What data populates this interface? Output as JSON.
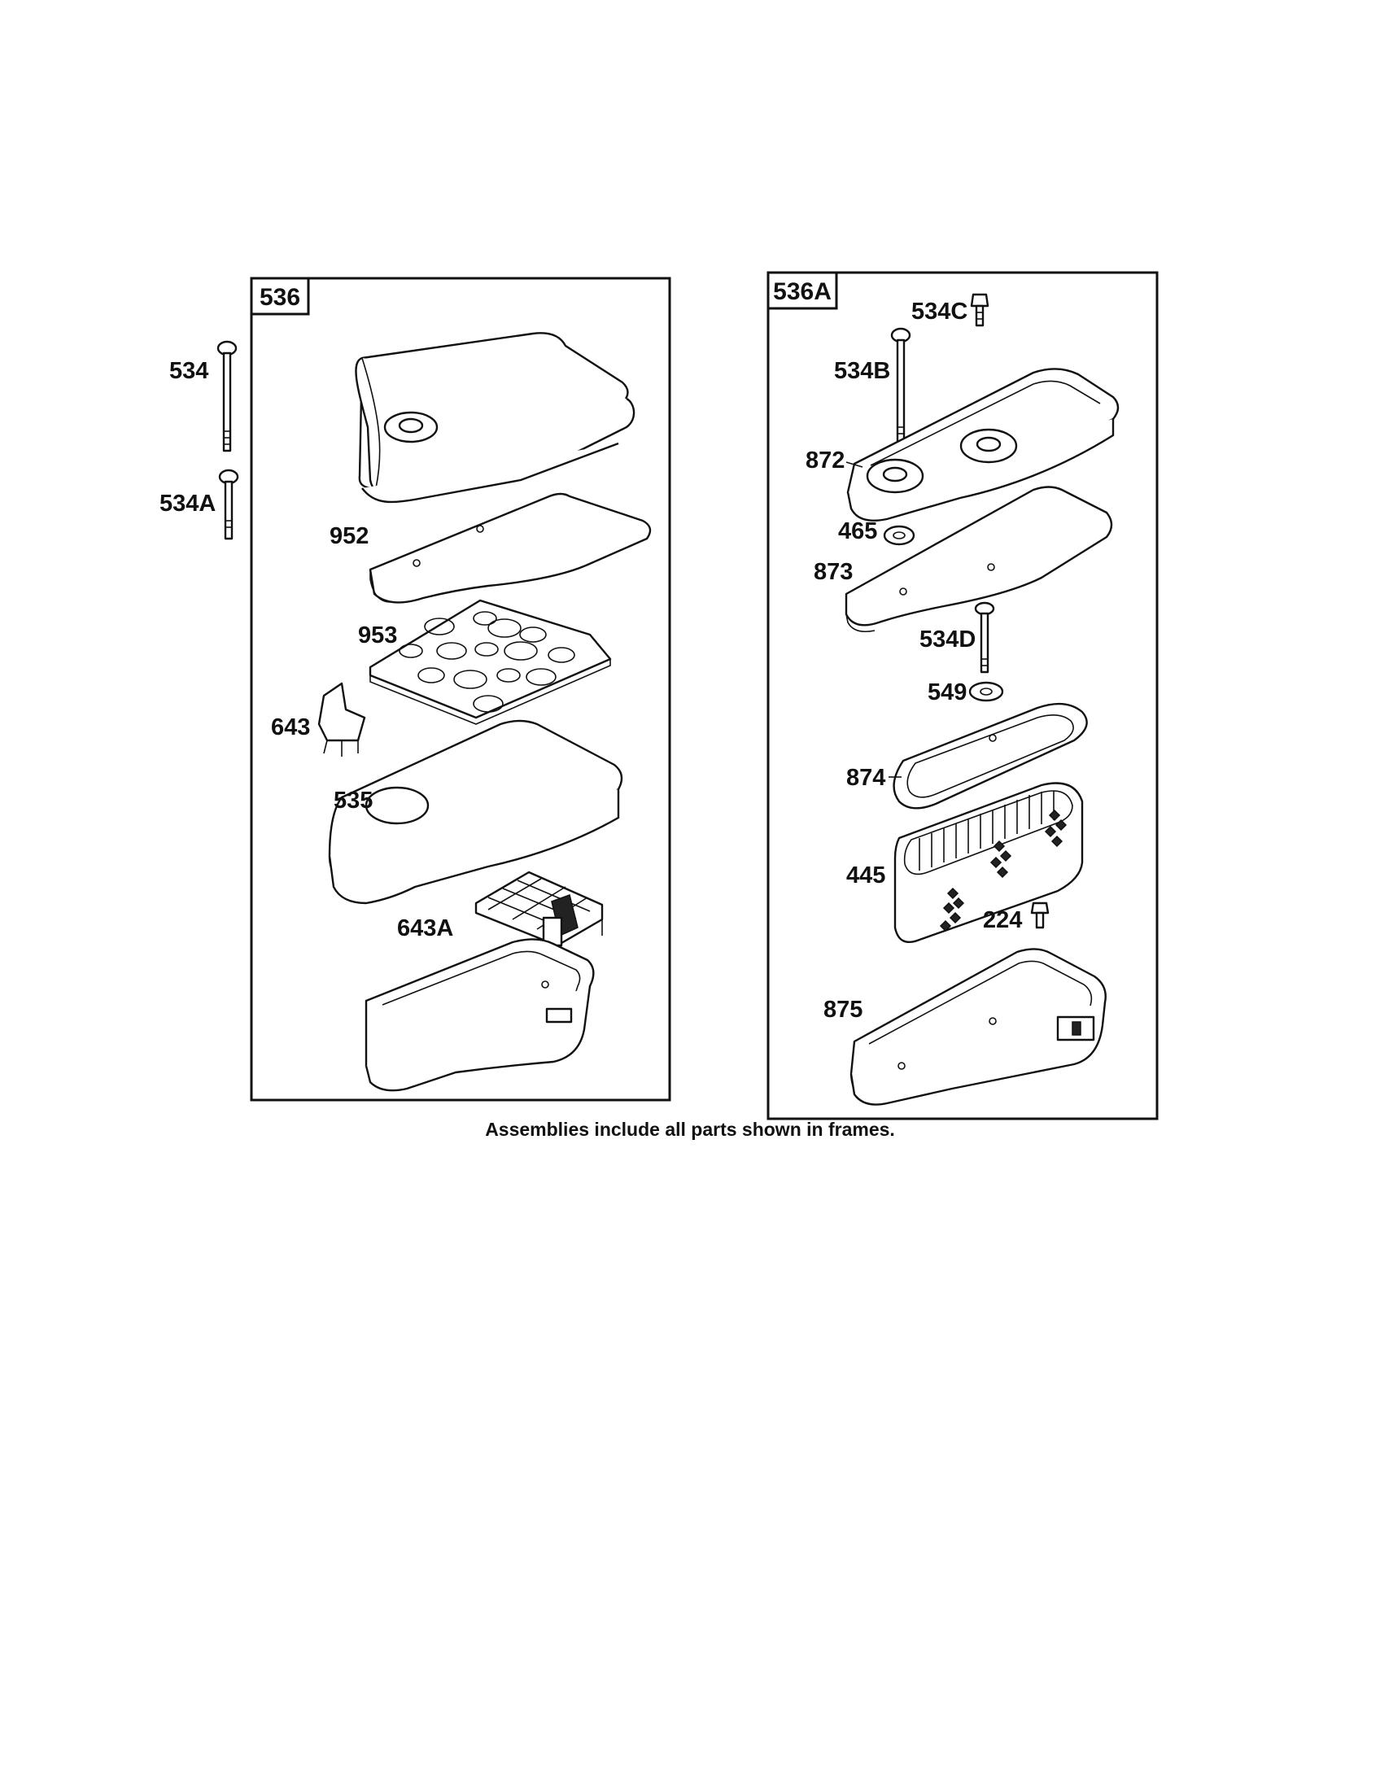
{
  "frames": [
    {
      "id": "frame-536",
      "tag": "536"
    },
    {
      "id": "frame-536a",
      "tag": "536A"
    }
  ],
  "labels": {
    "p534": "534",
    "p534a": "534A",
    "p952": "952",
    "p953": "953",
    "p643": "643",
    "p535": "535",
    "p643a": "643A",
    "p534c": "534C",
    "p534b": "534B",
    "p872": "872",
    "p465": "465",
    "p873": "873",
    "p534d": "534D",
    "p549": "549",
    "p874": "874",
    "p445": "445",
    "p224": "224",
    "p875": "875"
  },
  "caption": "Assemblies include all parts shown in frames."
}
